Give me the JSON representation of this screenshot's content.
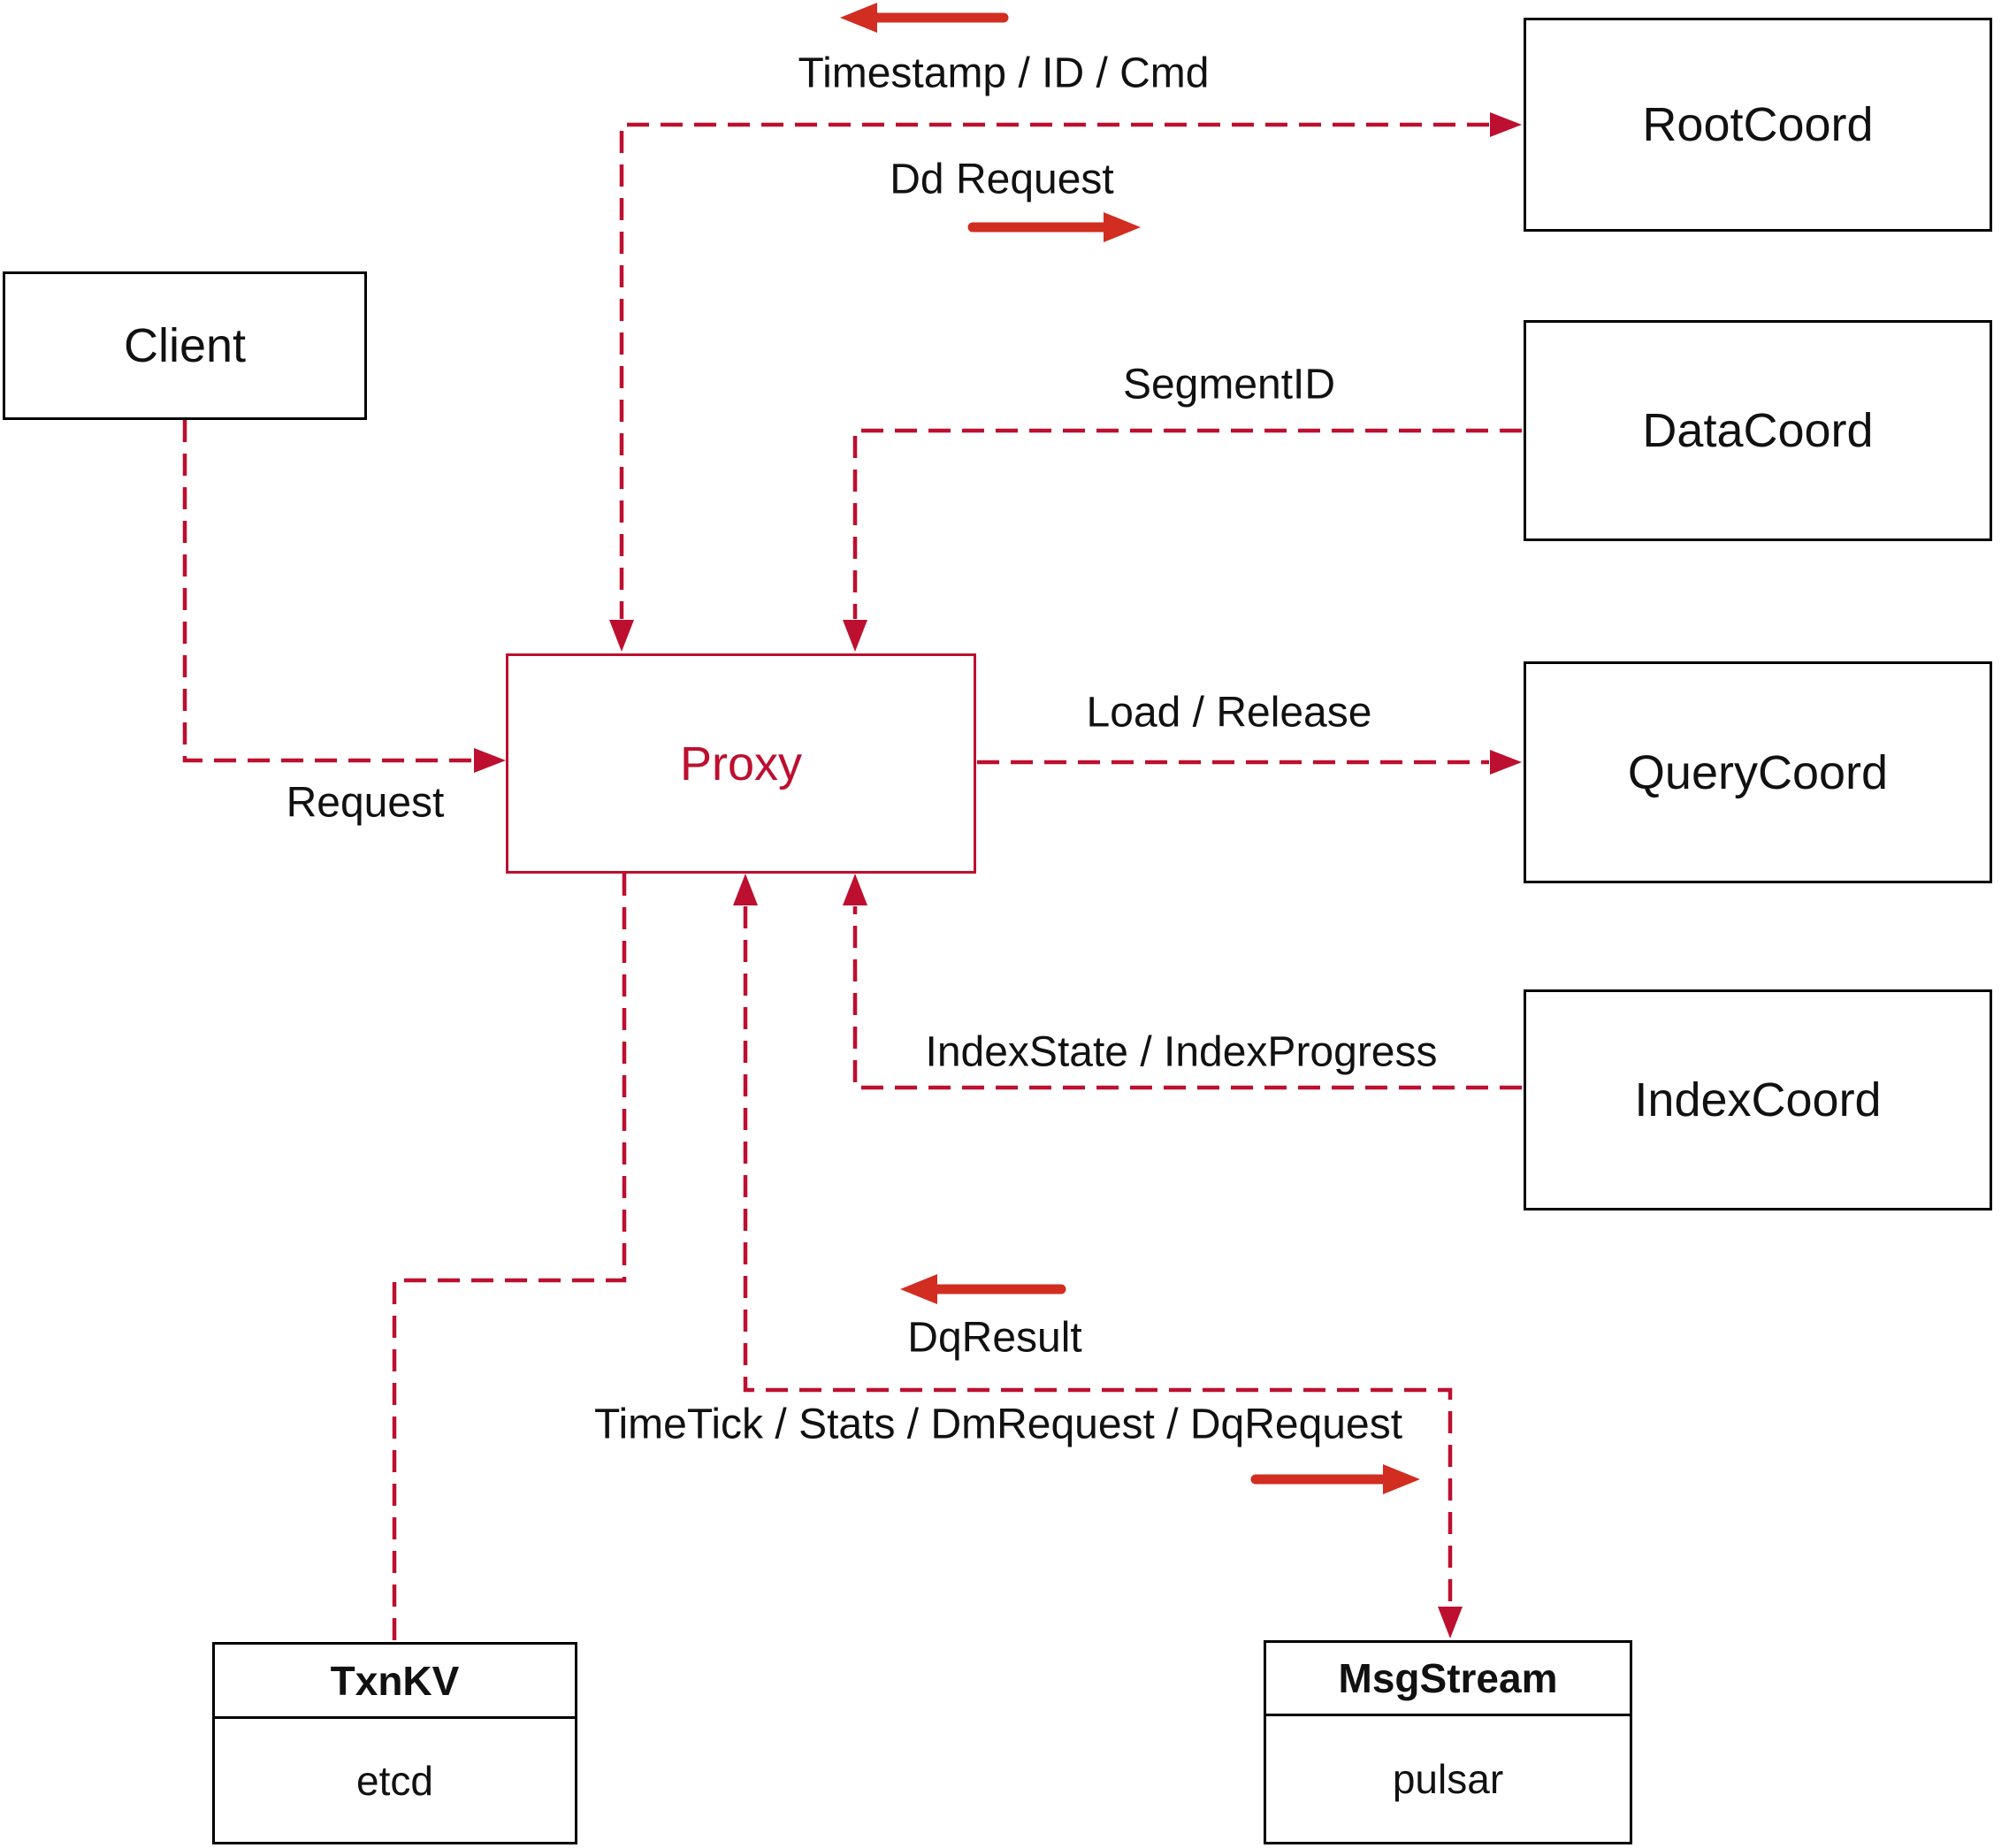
{
  "diagram": {
    "nodes": {
      "client": {
        "label": "Client"
      },
      "proxy": {
        "label": "Proxy"
      },
      "root_coord": {
        "label": "RootCoord"
      },
      "data_coord": {
        "label": "DataCoord"
      },
      "query_coord": {
        "label": "QueryCoord"
      },
      "index_coord": {
        "label": "IndexCoord"
      },
      "txn_kv": {
        "title": "TxnKV",
        "impl": "etcd"
      },
      "msg_stream": {
        "title": "MsgStream",
        "impl": "pulsar"
      }
    },
    "edge_labels": {
      "request": "Request",
      "timestamp": "Timestamp / ID / Cmd",
      "dd_request": "Dd Request",
      "segment_id": "SegmentID",
      "load_release": "Load / Release",
      "index_state": "IndexState / IndexProgress",
      "dq_result": "DqResult",
      "time_tick": "TimeTick / Stats / DmRequest / DqRequest"
    },
    "colors": {
      "connector": "#bd0f2f",
      "solid_arrow": "#d12d20",
      "box_border": "#000000",
      "text": "#111111",
      "background": "#ffffff"
    }
  }
}
